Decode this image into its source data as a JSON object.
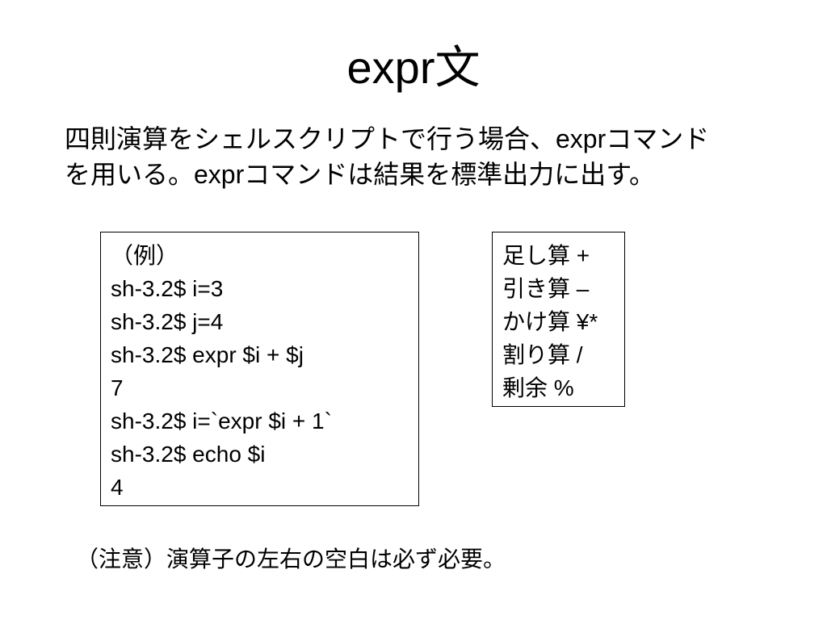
{
  "slide": {
    "title": "expr文",
    "intro_lines": [
      "四則演算をシェルスクリプトで行う場合、exprコマンド",
      "を用いる。exprコマンドは結果を標準出力に出す。"
    ],
    "example_lines": [
      "（例）",
      "sh-3.2$ i=3",
      "sh-3.2$ j=4",
      "sh-3.2$ expr $i + $j",
      "7",
      "sh-3.2$ i=`expr $i + 1`",
      "sh-3.2$ echo $i",
      "4"
    ],
    "operator_lines": [
      "足し算 +",
      "引き算 –",
      "かけ算 ¥*",
      "割り算 /",
      "剰余 %"
    ],
    "note": "（注意）演算子の左右の空白は必ず必要。"
  }
}
